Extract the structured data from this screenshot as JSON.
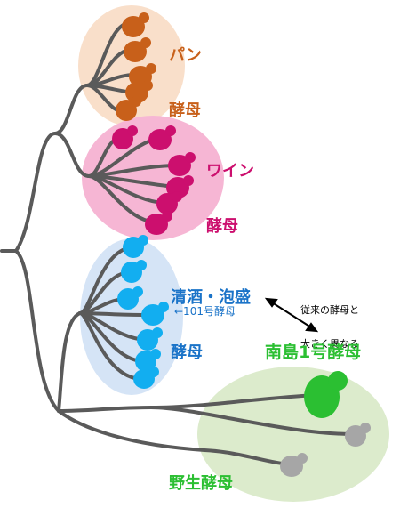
{
  "groups": {
    "bread": {
      "label_line1": "パン",
      "label_line2": "酵母",
      "color": "#c8601a"
    },
    "wine": {
      "label_line1": "ワイン",
      "label_line2": "酵母",
      "color": "#cc0f6e"
    },
    "sake": {
      "label_line1": "清酒・泡盛",
      "label_line2": "酵母",
      "pointer_label": "←101号酵母",
      "color": "#1a73c8"
    },
    "nanto": {
      "label": "南島1号酵母",
      "color": "#2bbf32"
    },
    "wild": {
      "label": "野生酵母",
      "color": "#2bbf32"
    }
  },
  "annotation": {
    "line1": "従来の酵母と",
    "line2": "大きく異なる"
  },
  "colors": {
    "bread_bg": "#f9dfca",
    "wine_bg": "#f6b6d4",
    "sake_bg": "#d5e4f6",
    "wild_bg": "#dcebcc",
    "branch": "#5a5a5a",
    "bread_cell": "#c8601a",
    "wine_cell": "#cc0f6e",
    "sake_cell": "#12aef0",
    "nanto_cell": "#2bbf32",
    "wild_cell": "#a6a6a6"
  }
}
